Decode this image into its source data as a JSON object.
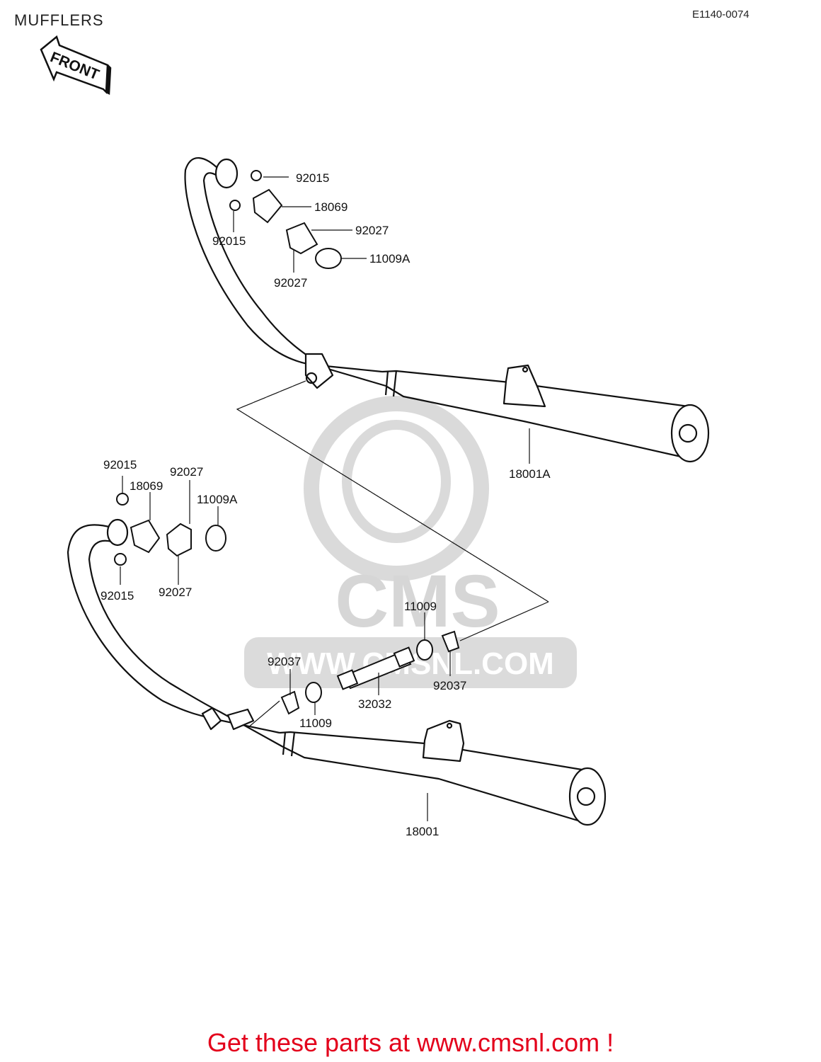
{
  "header": {
    "title": "MUFFLERS",
    "ref_code": "E1140-0074"
  },
  "front_arrow": {
    "label": "FRONT"
  },
  "watermark": {
    "brand": "CMS",
    "url": "WWW.CMSNL.COM"
  },
  "parts": [
    {
      "id": "p1",
      "number": "92015"
    },
    {
      "id": "p2",
      "number": "18069"
    },
    {
      "id": "p3",
      "number": "92027"
    },
    {
      "id": "p4",
      "number": "11009A"
    },
    {
      "id": "p5",
      "number": "92015"
    },
    {
      "id": "p6",
      "number": "92027"
    },
    {
      "id": "p7",
      "number": "18001A"
    },
    {
      "id": "p8",
      "number": "92015"
    },
    {
      "id": "p9",
      "number": "18069"
    },
    {
      "id": "p10",
      "number": "92027"
    },
    {
      "id": "p11",
      "number": "11009A"
    },
    {
      "id": "p12",
      "number": "92015"
    },
    {
      "id": "p13",
      "number": "92027"
    },
    {
      "id": "p14",
      "number": "11009"
    },
    {
      "id": "p15",
      "number": "92037"
    },
    {
      "id": "p16",
      "number": "32032"
    },
    {
      "id": "p17",
      "number": "92037"
    },
    {
      "id": "p18",
      "number": "11009"
    },
    {
      "id": "p19",
      "number": "18001"
    }
  ],
  "footer": {
    "cta": "Get these parts at www.cmsnl.com !"
  },
  "colors": {
    "cta": "#e3001b",
    "line": "#111111",
    "watermark": "#cfcfcf"
  }
}
